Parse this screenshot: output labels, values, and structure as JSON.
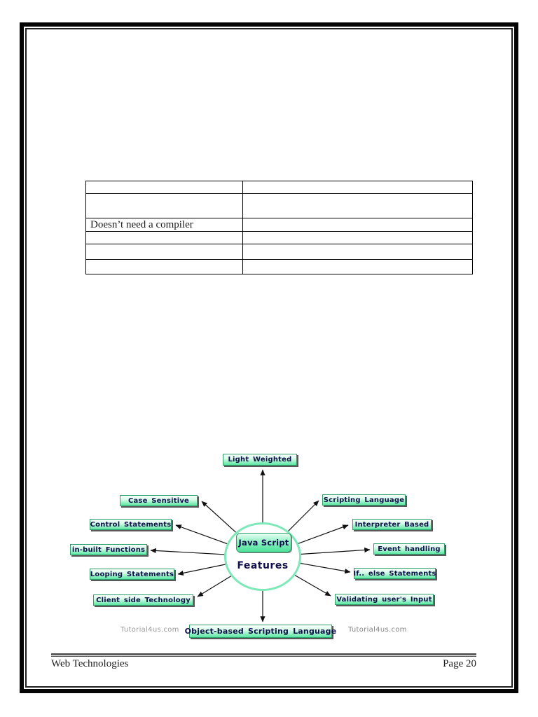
{
  "table": {
    "rows": [
      [
        "",
        ""
      ],
      [
        "",
        ""
      ],
      [
        "Doesn’t need a compiler",
        ""
      ],
      [
        "",
        ""
      ],
      [
        "",
        ""
      ],
      [
        "",
        ""
      ]
    ]
  },
  "diagram": {
    "center": {
      "title": "Java Script",
      "subtitle": "Features"
    },
    "features": [
      {
        "label": "Light Weighted"
      },
      {
        "label": "Case Sensitive"
      },
      {
        "label": "Scripting Language"
      },
      {
        "label": "Control Statements"
      },
      {
        "label": "Interpreter Based"
      },
      {
        "label": "in-built Functions"
      },
      {
        "label": "Event handling"
      },
      {
        "label": "Looping Statements"
      },
      {
        "label": "If.. else Statements"
      },
      {
        "label": "Client side Technology"
      },
      {
        "label": "Validating user's Input"
      },
      {
        "label": "Object-based Scripting Language"
      }
    ],
    "watermark_left": "Tutorial4us.com",
    "watermark_right": "Tutorial4us.com",
    "colors": {
      "box_green": "#58e6a2",
      "box_light": "#f6fffa",
      "box_border": "#2f9e6a",
      "circle_border": "#7de8b8",
      "text_navy": "#10104a",
      "watermark_gray": "#9b9b9b"
    }
  },
  "footer": {
    "left": "Web Technologies",
    "right": "Page 20"
  }
}
